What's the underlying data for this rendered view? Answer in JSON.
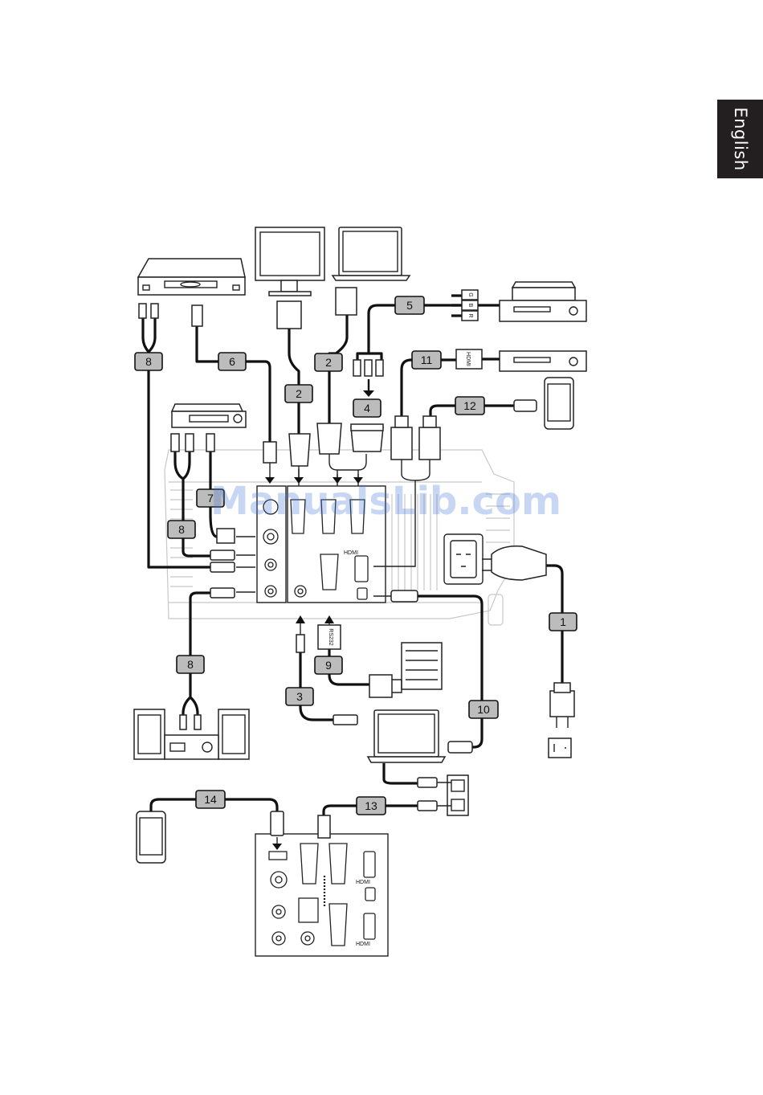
{
  "side_tab": {
    "label": "English"
  },
  "watermark": "ManualsLib.com",
  "port_labels": {
    "hdmi": "HDMI",
    "rs232": "RS232"
  },
  "rgb": {
    "r": "R",
    "b": "B",
    "g": "G"
  },
  "callouts": [
    "1",
    "2",
    "2",
    "3",
    "4",
    "5",
    "6",
    "7",
    "8",
    "8",
    "8",
    "9",
    "10",
    "11",
    "12",
    "13",
    "14"
  ]
}
